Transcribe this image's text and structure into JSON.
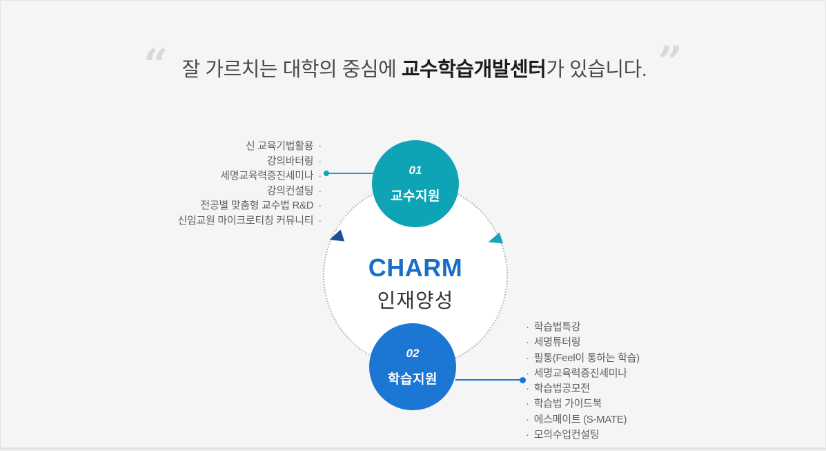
{
  "header": {
    "open_quote": "“",
    "close_quote": "”",
    "text_before": "잘 가르치는 대학의 중심에 ",
    "text_bold": "교수학습개발센터",
    "text_after": "가 있습니다."
  },
  "diagram": {
    "bullet": "·",
    "center": {
      "title": "CHARM",
      "subtitle": "인재양성"
    },
    "professor_circle": {
      "number": "01",
      "label": "교수지원"
    },
    "learning_circle": {
      "number": "02",
      "label": "학습지원"
    },
    "professor_items": [
      "신 교육기법활용",
      "강의바터링",
      "세명교육력증진세미나",
      "강의컨설팅",
      "전공별 맞춤형 교수법 R&D",
      "신임교원 마이크로티칭 커뮤니티"
    ],
    "learning_items": [
      "학습법특강",
      "세명튜터링",
      "필통(Feel이 통하는 학습)",
      "세명교육력증진세미나",
      "학습법공모전",
      "학습법 가이드북",
      "에스메이트 (S-MATE)",
      "모의수업컨설팅"
    ]
  },
  "colors": {
    "background": "#f5f5f6",
    "teal_circle": "#0fa3b6",
    "blue_circle": "#1b76d4",
    "charm_blue": "#1a6ec6",
    "navy_arrow": "#1d4e96",
    "teal_arrow": "#16a3bc",
    "quote_gray": "#d9d9d9"
  }
}
